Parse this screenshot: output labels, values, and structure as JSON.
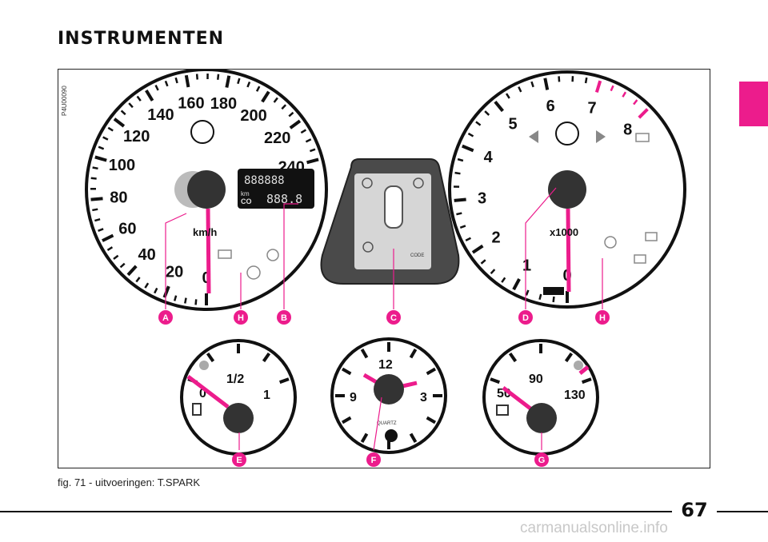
{
  "header": {
    "title": "INSTRUMENTEN"
  },
  "figure": {
    "code": "P4U00090",
    "caption": "fig. 71 - uitvoeringen: T.SPARK",
    "speedometer": {
      "unit": "km/h",
      "ticks": [
        "0",
        "20",
        "40",
        "60",
        "80",
        "100",
        "120",
        "140",
        "160",
        "180",
        "200",
        "220",
        "240"
      ],
      "odometer": "888888",
      "trip_unit": "km",
      "trip": "888.8",
      "trip_prefix": "CO"
    },
    "tachometer": {
      "unit": "x1000",
      "ticks": [
        "0",
        "1",
        "2",
        "3",
        "4",
        "5",
        "6",
        "7",
        "8"
      ]
    },
    "center_display": {
      "code_label": "CODE"
    },
    "fuel_gauge": {
      "ticks": [
        "0",
        "1/2",
        "1"
      ]
    },
    "clock": {
      "ticks": [
        "12",
        "3",
        "9"
      ],
      "brand": "QUARTZ"
    },
    "temp_gauge": {
      "ticks": [
        "50",
        "90",
        "130"
      ]
    },
    "callouts": [
      "A",
      "H",
      "B",
      "C",
      "D",
      "H",
      "E",
      "F",
      "G"
    ],
    "accent_color": "#ec1c8c"
  },
  "page": {
    "number": "67"
  },
  "watermark": "carmanualsonline.info"
}
